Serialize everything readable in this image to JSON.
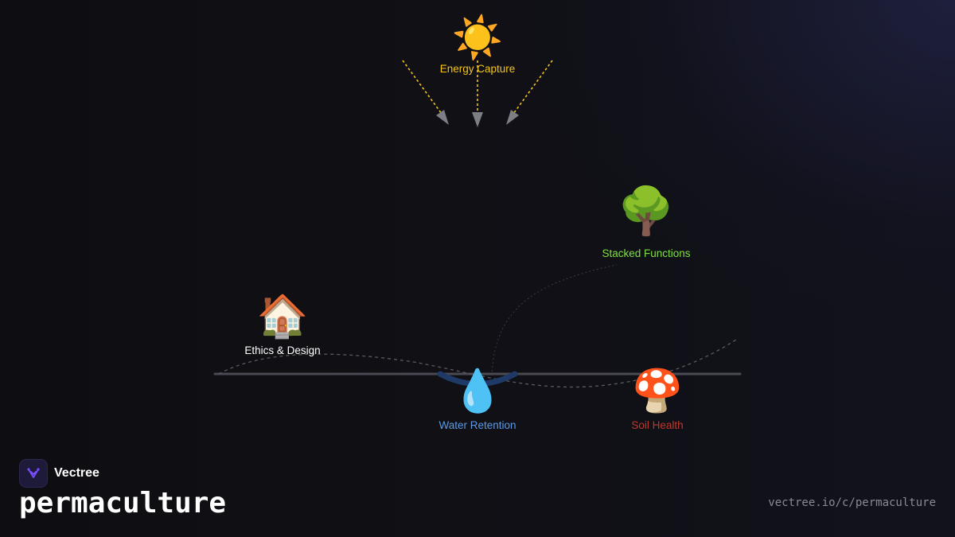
{
  "brand": {
    "name": "Vectree",
    "logo_icon": "vectree-logo-icon",
    "logo_color": "#7c4dff"
  },
  "page": {
    "title": "permaculture",
    "url": "vectree.io/c/permaculture"
  },
  "nodes": [
    {
      "id": "energy",
      "label": "Energy Capture",
      "icon": "☀️",
      "icon_name": "sun-icon",
      "color": "#f5c518"
    },
    {
      "id": "stacked",
      "label": "Stacked Functions",
      "icon": "🌳",
      "icon_name": "tree-icon",
      "color": "#7ee03f"
    },
    {
      "id": "ethics",
      "label": "Ethics & Design",
      "icon": "🏠",
      "icon_name": "house-icon",
      "color": "#ffffff"
    },
    {
      "id": "water",
      "label": "Water Retention",
      "icon": "💧",
      "icon_name": "water-drop-icon",
      "color": "#5b9be6"
    },
    {
      "id": "soil",
      "label": "Soil Health",
      "icon": "🍄",
      "icon_name": "mushroom-icon",
      "color": "#c0392b"
    }
  ],
  "colors": {
    "sun_rays": "#f5c518",
    "arrowheads": "#7d7d85",
    "ground_line": "#4a4a52",
    "dashed_paths": "#5a5a62",
    "water_swale": "#1f3a66"
  }
}
